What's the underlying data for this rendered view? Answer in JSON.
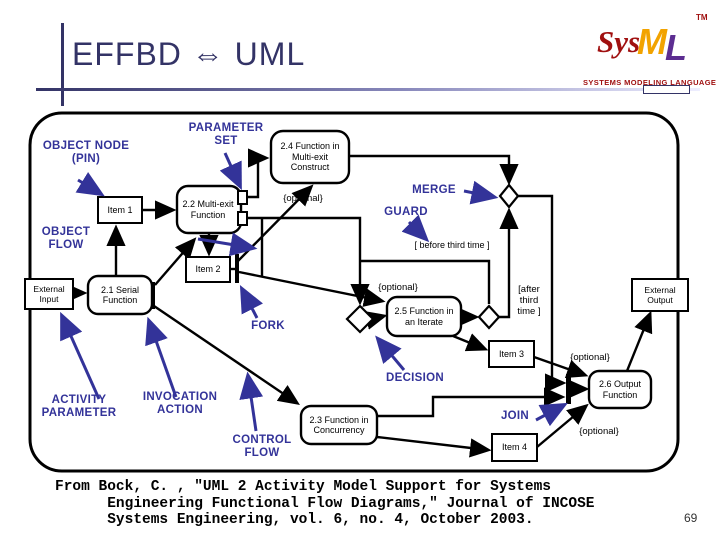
{
  "header": {
    "title": "EFFBD ⇔ UML"
  },
  "logo": {
    "sys": "Sys",
    "m": "M",
    "l": "L",
    "tm": "TM",
    "tagline": "SYSTEMS MODELING LANGUAGE",
    "colors": {
      "sys_red": "#A01010",
      "m_orange": "#F2A300",
      "l_purple": "#5C2D91"
    }
  },
  "diagram": {
    "colors": {
      "annotation": "#333399",
      "flow": "#000000",
      "title": "#333366"
    },
    "labels": {
      "object_node": "OBJECT NODE\n(PIN)",
      "parameter_set": "PARAMETER\nSET",
      "merge": "MERGE",
      "guard": "GUARD",
      "object_flow": "OBJECT\nFLOW",
      "fork": "FORK",
      "decision": "DECISION",
      "join": "JOIN",
      "control_flow": "CONTROL\nFLOW",
      "activity_parameter": "ACTIVITY\nPARAMETER",
      "invocation_action": "INVOCATION\nACTION"
    },
    "nodes": {
      "item1": "Item 1",
      "item2": "Item 2",
      "item3": "Item 3",
      "item4": "Item 4",
      "external_input": "External\nInput",
      "external_output": "External\nOutput",
      "f21": "2.1 Serial\nFunction",
      "f22": "2.2 Multi-exit\nFunction",
      "f23": "2.3 Function in\nConcurrency",
      "f24": "2.4 Function in\nMulti-exit\nConstruct",
      "f25": "2.5 Function in\nan Iterate",
      "f26": "2.6 Output\nFunction"
    },
    "guards": {
      "before": "[ before third time ]",
      "after": "[after\nthird\ntime ]",
      "optional": "{optional}"
    }
  },
  "footer": {
    "citation": "From Bock, C. , \"UML 2 Activity Model Support for Systems\n      Engineering Functional Flow Diagrams,\" Journal of INCOSE\n      Systems Engineering, vol. 6, no. 4, October 2003.",
    "page_number": "69"
  }
}
